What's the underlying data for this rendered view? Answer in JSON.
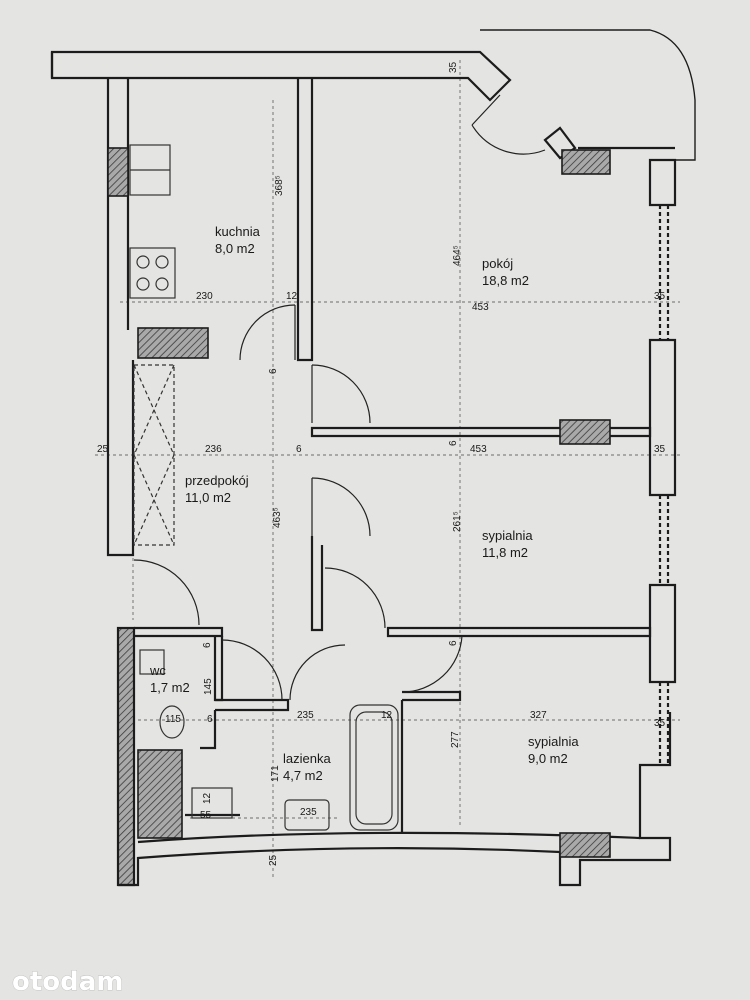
{
  "rooms": [
    {
      "name": "kuchnia",
      "area": "8,0 m2"
    },
    {
      "name": "pokój",
      "area": "18,8 m2"
    },
    {
      "name": "przedpokój",
      "area": "11,0 m2"
    },
    {
      "name": "sypialnia",
      "area": "11,8 m2"
    },
    {
      "name": "wc",
      "area": "1,7 m2"
    },
    {
      "name": "lazienka",
      "area": "4,7 m2"
    },
    {
      "name": "sypialnia",
      "area": "9,0 m2"
    }
  ],
  "dimensions": [
    "35",
    "368⁵",
    "230",
    "12",
    "453",
    "35",
    "6",
    "25",
    "236",
    "6",
    "6",
    "453",
    "35",
    "464⁵",
    "463⁵",
    "261⁵",
    "6",
    "6",
    "145",
    "115",
    "6",
    "235",
    "12",
    "327",
    "35",
    "277",
    "171",
    "12",
    "55",
    "235",
    "25"
  ],
  "watermark": "otodam",
  "colors": {
    "background": "#e4e4e2",
    "wall": "#1c1c1c",
    "hatch": "#8a8a8a",
    "dimension": "#333333",
    "logo": "#ffffff"
  }
}
